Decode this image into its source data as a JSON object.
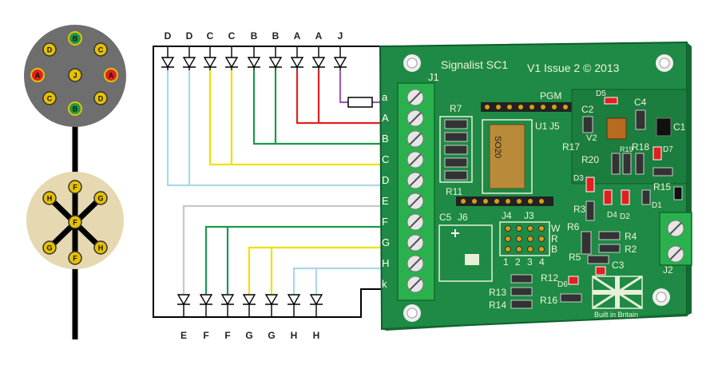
{
  "colors": {
    "board": "#1e8a45",
    "red": "#e02020",
    "green": "#1a9a4a",
    "yellow": "#f0e000",
    "lightblue": "#a8d8ea",
    "grey": "#c8c8c8",
    "purple": "#9a5fb0",
    "plug_dark": "#6e6e6e",
    "plug_light": "#e6d8b0"
  },
  "board": {
    "title": "Signalist SC1",
    "issue": "V1 Issue 2 © 2013",
    "built_in": "Built in Britain",
    "connector": "J1",
    "terminals": [
      "a",
      "A",
      "B",
      "C",
      "D",
      "E",
      "F",
      "G",
      "H",
      "k"
    ],
    "components": {
      "r7": "R7",
      "r11": "R11",
      "pgm": "PGM",
      "u1": "U1",
      "j5": "J5",
      "c2": "C2",
      "v2": "V2",
      "c4": "C4",
      "c1": "C1",
      "d5": "D5",
      "so20": "SO20",
      "r17": "R17",
      "r18": "R18",
      "r19": "R19",
      "d7": "D7",
      "r20": "R20",
      "d3": "D3",
      "r15": "R15",
      "d4": "D4",
      "d2": "D2",
      "d1": "D1",
      "c5": "C5",
      "j6": "J6",
      "j4": "J4",
      "j3": "J3",
      "w": "W",
      "r": "R",
      "b": "B",
      "n1": "1",
      "n2": "2",
      "n3": "3",
      "n4": "4",
      "r3": "R3",
      "r6": "R6",
      "r4": "R4",
      "r2": "R2",
      "r5": "R5",
      "c3": "C3",
      "r12": "R12",
      "r13": "R13",
      "r14": "R14",
      "r16": "R16",
      "d6": "D6",
      "j2": "J2"
    }
  },
  "top_leds": [
    "D",
    "D",
    "C",
    "C",
    "B",
    "B",
    "A",
    "A",
    "J"
  ],
  "bottom_leds": [
    "E",
    "F",
    "F",
    "G",
    "G",
    "H",
    "H"
  ],
  "plug_top": [
    "B",
    "C",
    "D",
    "A",
    "J",
    "A",
    "C",
    "B",
    "D"
  ],
  "plug_bottom": [
    "F",
    "G",
    "H",
    "F",
    "G",
    "H",
    "F"
  ]
}
